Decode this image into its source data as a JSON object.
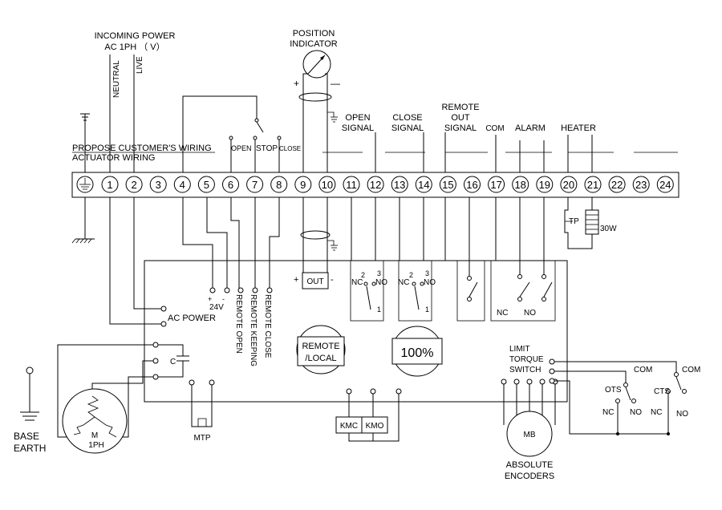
{
  "labels": {
    "incoming_power_1": "INCOMING POWER",
    "incoming_power_2": "AC 1PH （ V）",
    "neutral": "NEUTRAL",
    "live": "LIVE",
    "position_indicator_1": "POSITION",
    "position_indicator_2": "INDICATOR",
    "plus": "+",
    "minus": "—",
    "open_signal_1": "OPEN",
    "open_signal_2": "SIGNAL",
    "close_signal_1": "CLOSE",
    "close_signal_2": "SIGNAL",
    "remote_out_1": "REMOTE",
    "remote_out_2": "OUT",
    "remote_out_3": "SIGNAL",
    "com": "COM",
    "alarm": "ALARM",
    "heater": "HEATER",
    "propose": "PROPOSE CUSTOMER'S WIRING",
    "actuator": "ACTUATOR WIRING",
    "open": "OPEN",
    "stop": "STOP",
    "close": "CLOSE",
    "tp": "TP",
    "heater_power": "30W",
    "ac_power": "AC POWER",
    "v24": "24V",
    "remote_open": "REMOTE OPEN",
    "remote_keeping": "REMOTE KEEPING",
    "remote_close": "REMOTE CLOSE",
    "out": "OUT",
    "out_plus": "+",
    "out_minus": "-",
    "nc": "NC",
    "no": "NO",
    "n2": "2",
    "n3": "3",
    "n1": "1",
    "remote_local_1": "REMOTE",
    "remote_local_2": "/LOCAL",
    "percent": "100%",
    "limit": "LIMIT",
    "torque": "TORQUE",
    "switch": "SWITCH",
    "ots": "OTS",
    "cts": "CTS",
    "c": "C",
    "motor_m": "M",
    "motor_1ph": "1PH",
    "base": "BASE",
    "earth": "EARTH",
    "mtp": "MTP",
    "kmc": "KMC",
    "kmo": "KMO",
    "mb": "MB",
    "abs_1": "ABSOLUTE",
    "abs_2": "ENCODERS"
  },
  "terminals": [
    "1",
    "2",
    "3",
    "4",
    "5",
    "6",
    "7",
    "8",
    "9",
    "10",
    "11",
    "12",
    "13",
    "14",
    "15",
    "16",
    "17",
    "18",
    "19",
    "20",
    "21",
    "22",
    "23",
    "24"
  ]
}
